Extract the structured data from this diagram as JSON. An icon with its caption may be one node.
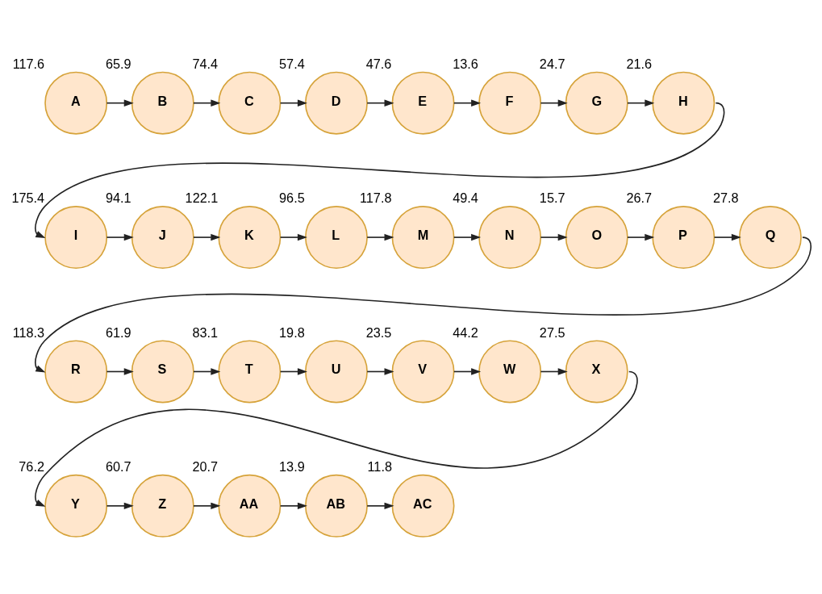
{
  "diagram": {
    "nodes": [
      {
        "text": [
          "A"
        ],
        "beside": [
          "117.6"
        ]
      },
      {
        "text": [
          "B"
        ],
        "beside": [
          "65.9"
        ]
      },
      {
        "text": [
          "C"
        ],
        "beside": [
          "74.4"
        ]
      },
      {
        "text": [
          "D"
        ],
        "beside": [
          "57.4"
        ]
      },
      {
        "text": [
          "E"
        ],
        "beside": [
          "47.6"
        ]
      },
      {
        "text": [
          "F"
        ],
        "beside": [
          "13.6"
        ]
      },
      {
        "text": [
          "G"
        ],
        "beside": [
          "24.7"
        ]
      },
      {
        "text": [
          "H"
        ],
        "beside": [
          "21.6"
        ]
      },
      {
        "text": [
          "I"
        ],
        "beside": [
          "175.4"
        ]
      },
      {
        "text": [
          "J"
        ],
        "beside": [
          "94.1"
        ]
      },
      {
        "text": [
          "K"
        ],
        "beside": [
          "122.1"
        ]
      },
      {
        "text": [
          "L"
        ],
        "beside": [
          "96.5"
        ]
      },
      {
        "text": [
          "M"
        ],
        "beside": [
          "117.8"
        ]
      },
      {
        "text": [
          "N"
        ],
        "beside": [
          "49.4"
        ]
      },
      {
        "text": [
          "O"
        ],
        "beside": [
          "15.7"
        ]
      },
      {
        "text": [
          "P"
        ],
        "beside": [
          "26.7"
        ]
      },
      {
        "text": [
          "Q"
        ],
        "beside": [
          "27.8"
        ]
      },
      {
        "text": [
          "R"
        ],
        "beside": [
          "118.3"
        ]
      },
      {
        "text": [
          "S"
        ],
        "beside": [
          "61.9"
        ]
      },
      {
        "text": [
          "T"
        ],
        "beside": [
          "83.1"
        ]
      },
      {
        "text": [
          "U"
        ],
        "beside": [
          "19.8"
        ]
      },
      {
        "text": [
          "V"
        ],
        "beside": [
          "23.5"
        ]
      },
      {
        "text": [
          "W"
        ],
        "beside": [
          "44.2"
        ]
      },
      {
        "text": [
          "X"
        ],
        "beside": [
          "27.5"
        ]
      },
      {
        "text": [
          "Y"
        ],
        "beside": [
          "76.2"
        ]
      },
      {
        "text": [
          "Z"
        ],
        "beside": [
          "60.7"
        ]
      },
      {
        "text": [
          "AA"
        ],
        "beside": [
          "20.7"
        ]
      },
      {
        "text": [
          "AB"
        ],
        "beside": [
          "13.9"
        ]
      },
      {
        "text": [
          "AC"
        ],
        "beside": [
          "11.8"
        ]
      }
    ],
    "edges": [
      {
        "from": 0,
        "to": 1,
        "arrow": "to"
      },
      {
        "from": 1,
        "to": 2,
        "arrow": "to"
      },
      {
        "from": 2,
        "to": 3,
        "arrow": "to"
      },
      {
        "from": 3,
        "to": 4,
        "arrow": "to"
      },
      {
        "from": 4,
        "to": 5,
        "arrow": "to"
      },
      {
        "from": 5,
        "to": 6,
        "arrow": "to"
      },
      {
        "from": 6,
        "to": 7,
        "arrow": "to"
      },
      {
        "from": 7,
        "to": 8,
        "arrow": "to"
      },
      {
        "from": 8,
        "to": 9,
        "arrow": "to"
      },
      {
        "from": 9,
        "to": 10,
        "arrow": "to"
      },
      {
        "from": 10,
        "to": 11,
        "arrow": "to"
      },
      {
        "from": 11,
        "to": 12,
        "arrow": "to"
      },
      {
        "from": 12,
        "to": 13,
        "arrow": "to"
      },
      {
        "from": 13,
        "to": 14,
        "arrow": "to"
      },
      {
        "from": 14,
        "to": 15,
        "arrow": "to"
      },
      {
        "from": 15,
        "to": 16,
        "arrow": "to"
      },
      {
        "from": 16,
        "to": 17,
        "arrow": "to"
      },
      {
        "from": 17,
        "to": 18,
        "arrow": "to"
      },
      {
        "from": 18,
        "to": 19,
        "arrow": "to"
      },
      {
        "from": 19,
        "to": 20,
        "arrow": "to"
      },
      {
        "from": 20,
        "to": 21,
        "arrow": "to"
      },
      {
        "from": 21,
        "to": 22,
        "arrow": "to"
      },
      {
        "from": 22,
        "to": 23,
        "arrow": "to"
      },
      {
        "from": 23,
        "to": 24,
        "arrow": "to"
      },
      {
        "from": 24,
        "to": 25,
        "arrow": "to"
      },
      {
        "from": 25,
        "to": 26,
        "arrow": "to"
      },
      {
        "from": 26,
        "to": 27,
        "arrow": "to"
      },
      {
        "from": 27,
        "to": 28,
        "arrow": "to"
      }
    ]
  }
}
